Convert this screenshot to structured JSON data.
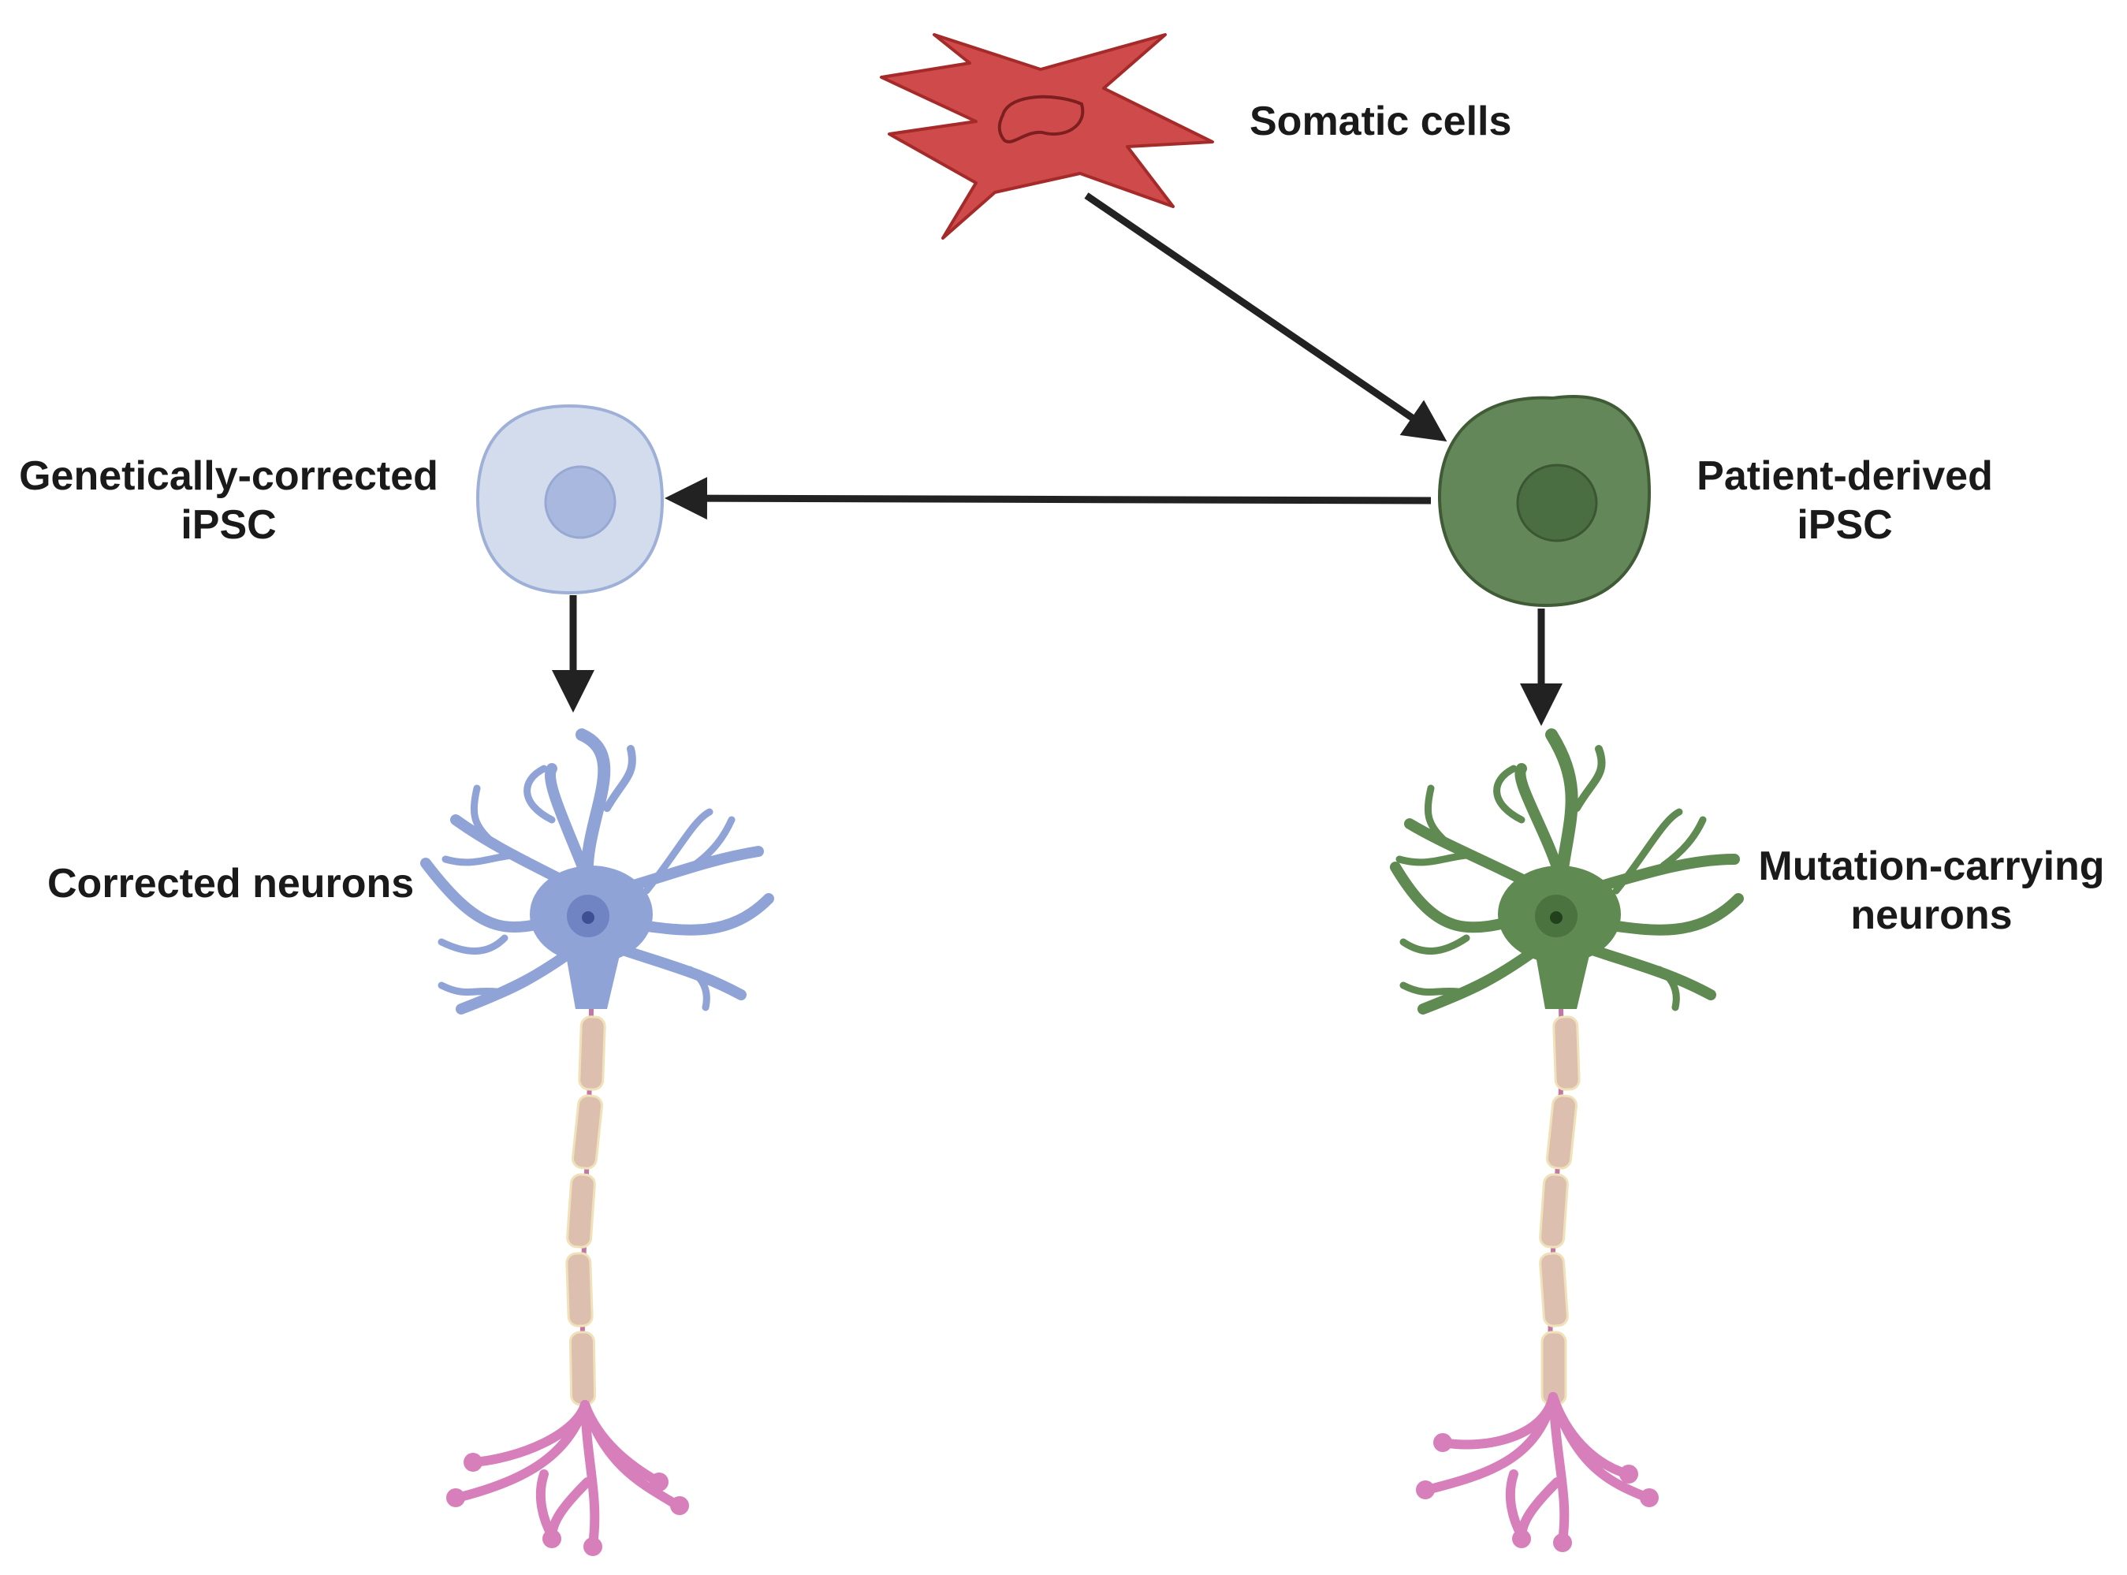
{
  "labels": {
    "somatic": [
      "Somatic cells"
    ],
    "patient_ipsc": [
      "Patient-derived",
      "iPSC"
    ],
    "corrected_ipsc": [
      "Genetically-corrected",
      "iPSC"
    ],
    "corrected_neurons": [
      "Corrected neurons"
    ],
    "mutation_neurons": [
      "Mutation-carrying",
      "neurons"
    ]
  },
  "colors": {
    "somatic": "#cf4a4a",
    "somatic_stroke": "#a52a2a",
    "patient": "#64875a",
    "patient_stroke": "#3f5c36",
    "patient_nucleus": "#4a6e42",
    "corrected": "#d3dced",
    "corrected_stroke": "#9fb0d8",
    "corrected_nucleus": "#a9b8de",
    "neuron_blue": "#8fa3d6",
    "neuron_green": "#5f8a52",
    "myelin": "#ddbfb0",
    "axon_terminal": "#d77fba",
    "arrow": "#222222"
  },
  "icons": [
    "somatic-cell-icon",
    "ipsc-cell-icon",
    "neuron-icon",
    "arrow-icon"
  ]
}
